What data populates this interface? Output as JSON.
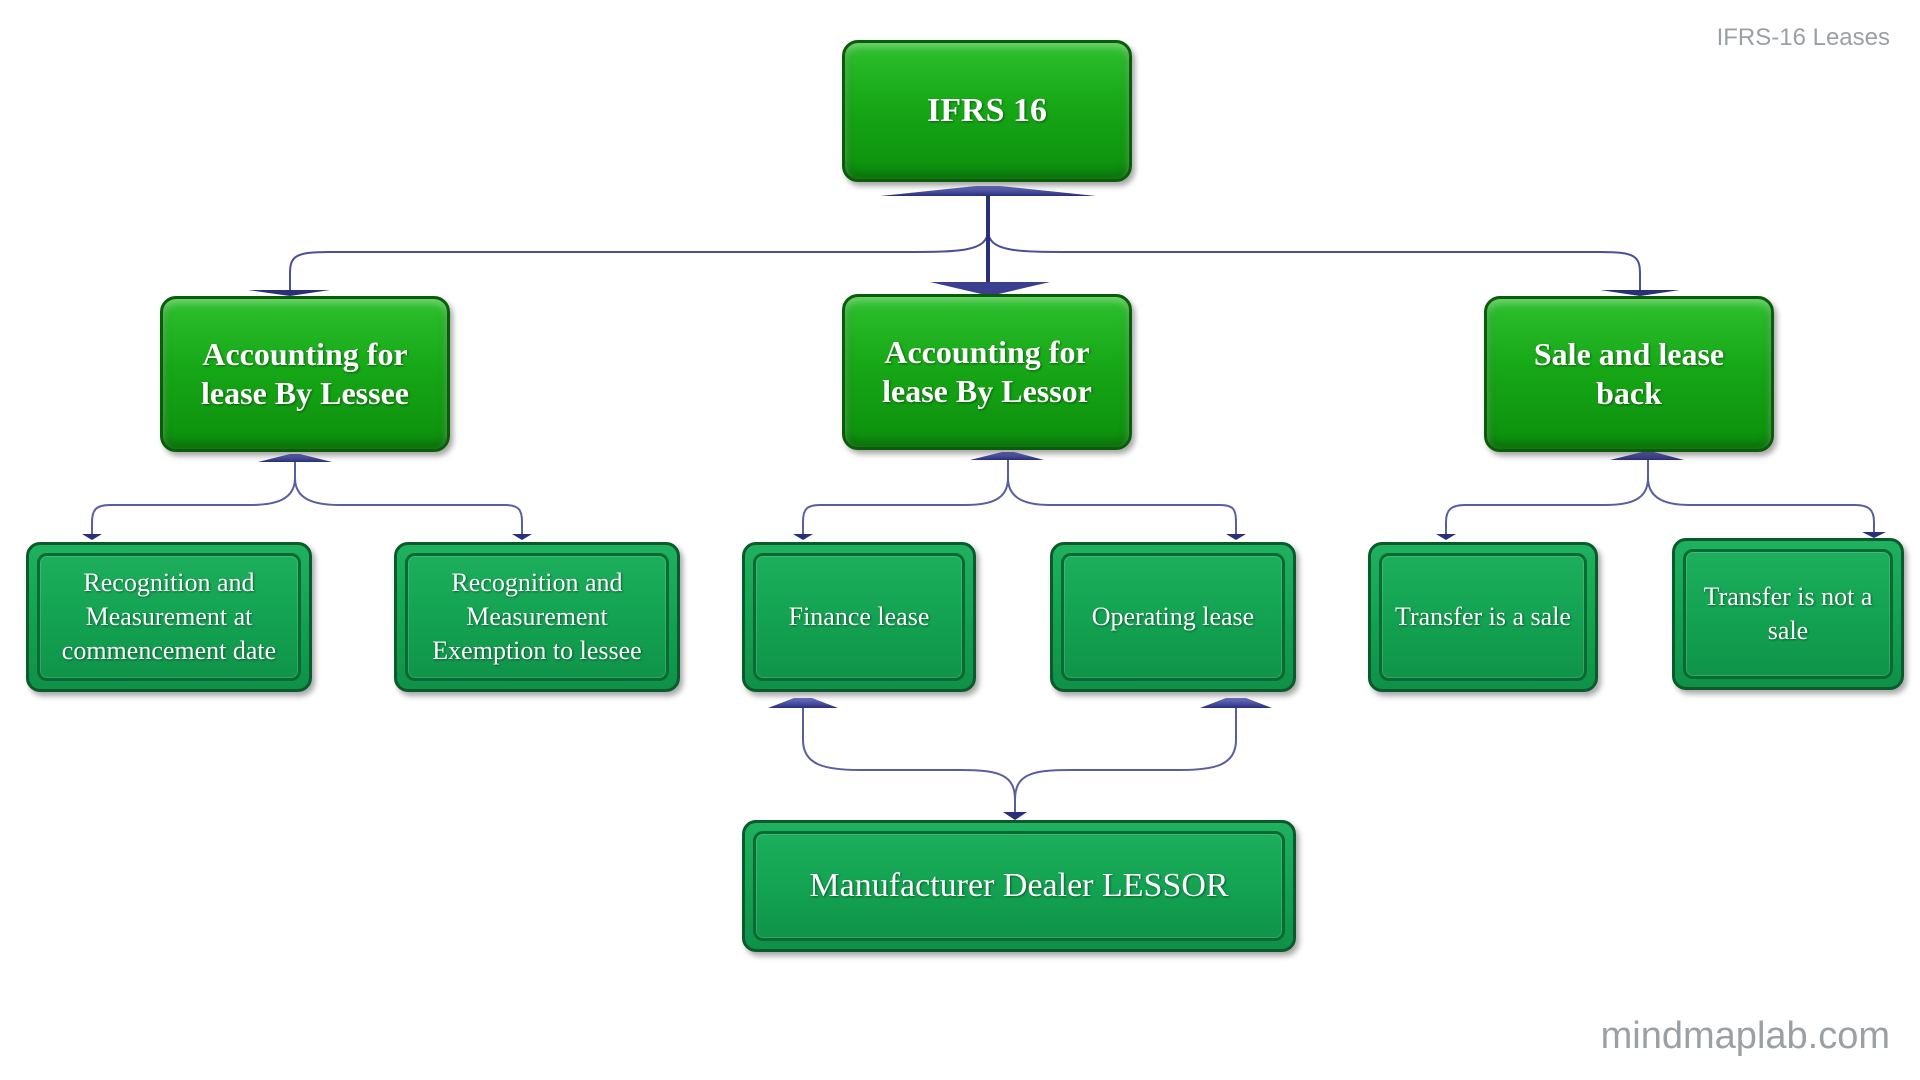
{
  "watermark": {
    "top": "IFRS-16 Leases",
    "bottom": "mindmaplab.com"
  },
  "root": {
    "label": "IFRS 16"
  },
  "branches": [
    {
      "label": "Accounting for lease By Lessee"
    },
    {
      "label": "Accounting for lease By Lessor"
    },
    {
      "label": "Sale and lease back"
    }
  ],
  "leaves": [
    {
      "label": "Recognition and Measurement at commencement date"
    },
    {
      "label": "Recognition and Measurement Exemption to lessee"
    },
    {
      "label": "Finance lease"
    },
    {
      "label": "Operating lease"
    },
    {
      "label": "Transfer is a sale"
    },
    {
      "label": "Transfer is not a sale"
    }
  ],
  "bottom_node": {
    "label": "Manufacturer Dealer LESSOR"
  },
  "colors": {
    "primary_node": "#17a817",
    "secondary_node": "#13a352",
    "connector": "#3a3f8f",
    "connector_thin": "#6a6ea8"
  }
}
